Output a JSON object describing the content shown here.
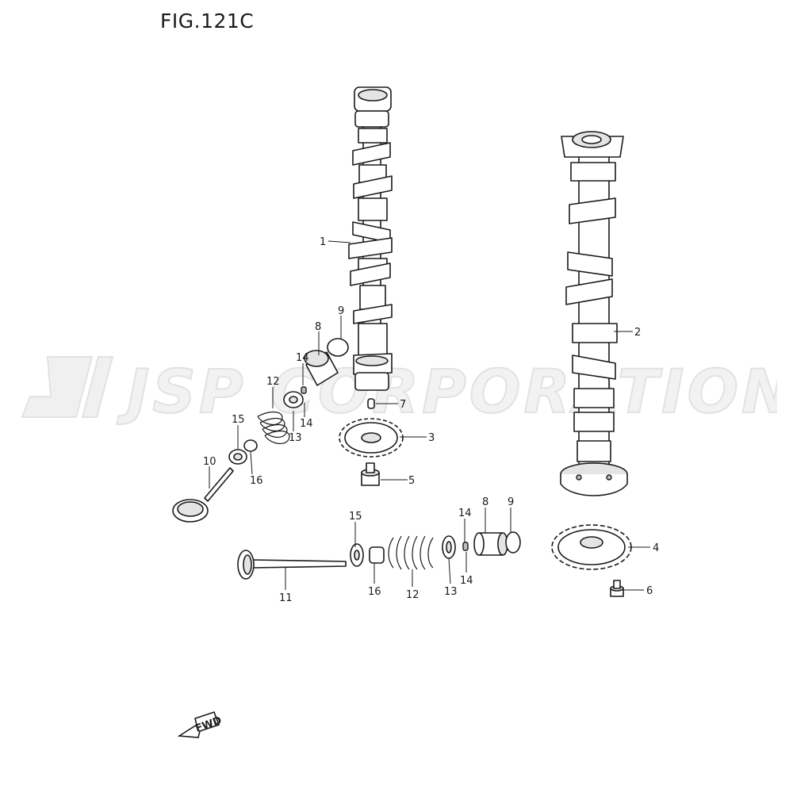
{
  "figure": {
    "title": "FIG.121C",
    "watermark": "JSP CORPORATION",
    "fwd_label": "FWD"
  },
  "callouts": [
    {
      "id": "c1",
      "text": "1"
    },
    {
      "id": "c2",
      "text": "2"
    },
    {
      "id": "c3",
      "text": "3"
    },
    {
      "id": "c4",
      "text": "4"
    },
    {
      "id": "c5",
      "text": "5"
    },
    {
      "id": "c6",
      "text": "6"
    },
    {
      "id": "c7",
      "text": "7"
    },
    {
      "id": "c8a",
      "text": "8"
    },
    {
      "id": "c9a",
      "text": "9"
    },
    {
      "id": "c14a",
      "text": "14"
    },
    {
      "id": "c12a",
      "text": "12"
    },
    {
      "id": "c14b",
      "text": "14"
    },
    {
      "id": "c15a",
      "text": "15"
    },
    {
      "id": "c13a",
      "text": "13"
    },
    {
      "id": "c10",
      "text": "10"
    },
    {
      "id": "c16a",
      "text": "16"
    },
    {
      "id": "c15b",
      "text": "15"
    },
    {
      "id": "c14c",
      "text": "14"
    },
    {
      "id": "c8b",
      "text": "8"
    },
    {
      "id": "c9b",
      "text": "9"
    },
    {
      "id": "c14d",
      "text": "14"
    },
    {
      "id": "c11",
      "text": "11"
    },
    {
      "id": "c16b",
      "text": "16"
    },
    {
      "id": "c12b",
      "text": "12"
    },
    {
      "id": "c13b",
      "text": "13"
    }
  ]
}
